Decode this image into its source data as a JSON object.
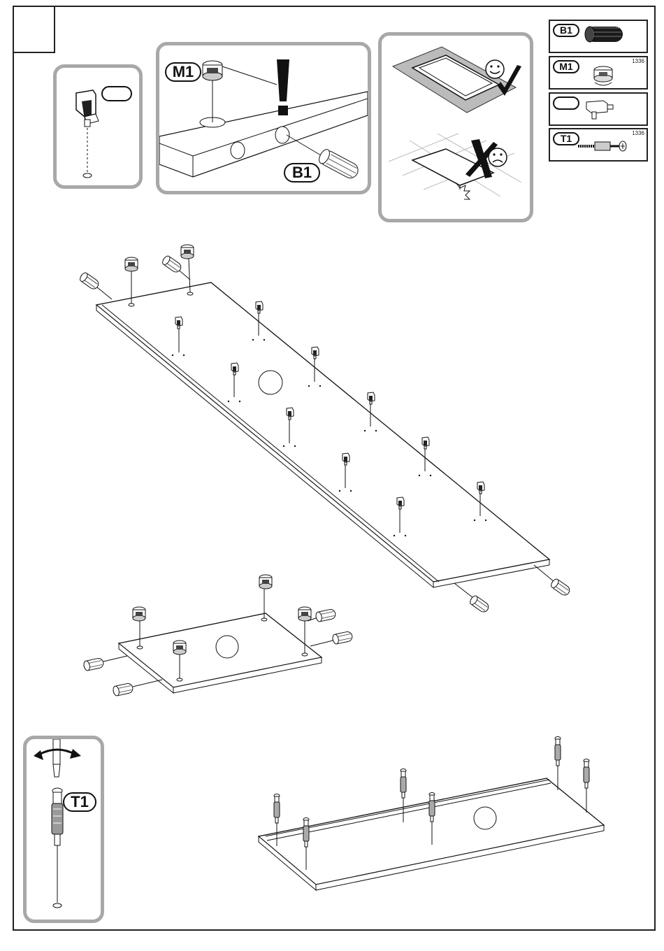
{
  "labels": {
    "dowel": "B1",
    "cam_lock": "M1",
    "shelf_support": "",
    "bolt": "T1"
  },
  "parts_list": [
    {
      "label": "B1",
      "code": ""
    },
    {
      "label": "M1",
      "code": "1336"
    },
    {
      "label": "",
      "code": ""
    },
    {
      "label": "T1",
      "code": "1336"
    }
  ],
  "icons": [
    "smiley-icon",
    "checkmark-icon",
    "frown-icon",
    "cross-icon",
    "exclamation-icon",
    "rotate-arrow-icon"
  ],
  "colors": {
    "panel_border": "#a8a8a8",
    "line": "#222222"
  }
}
